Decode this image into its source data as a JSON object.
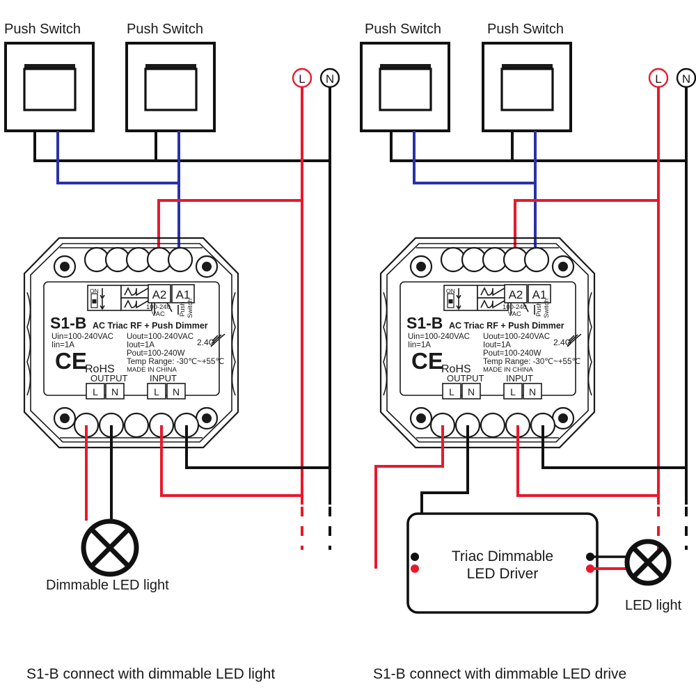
{
  "diagram": {
    "title": "S1-B AC Triac RF + Push Dimmer wiring diagrams",
    "mains": {
      "live_label": "L",
      "neutral_label": "N",
      "live_color": "#e8192c",
      "neutral_color": "#111111",
      "switch_wire_color": "#2b31a8"
    },
    "captions": {
      "left": "S1-B connect with dimmable LED light",
      "right": "S1-B connect with dimmable LED drive"
    }
  },
  "left_panel": {
    "switches": [
      {
        "label": "Push Switch"
      },
      {
        "label": "Push Switch"
      }
    ],
    "load": {
      "label": "Dimmable LED light",
      "symbol": "lamp-cross-icon"
    }
  },
  "right_panel": {
    "switches": [
      {
        "label": "Push Switch"
      },
      {
        "label": "Push Switch"
      }
    ],
    "driver": {
      "line1": "Triac Dimmable",
      "line2": "LED Driver"
    },
    "load": {
      "label": "LED light",
      "symbol": "lamp-cross-icon"
    }
  },
  "device": {
    "model": "S1-B",
    "subtitle": "AC Triac RF + Push Dimmer",
    "dip": {
      "on_label": "ON",
      "wave_top": "leading-edge-wave-icon",
      "wave_bottom": "trailing-edge-wave-icon"
    },
    "terminals_top": {
      "a2": "A2",
      "a1": "A1",
      "a2_note": "100-240",
      "a2_note2": "VAC",
      "a1_note": "Push",
      "a1_note2": "Switch"
    },
    "specs_left": [
      "Uin=100-240VAC",
      "Iin=1A"
    ],
    "specs_right": [
      "Uout=100-240VAC",
      "Iout=1A",
      "Pout=100-240W",
      "Temp Range: -30℃~+55℃",
      "MADE IN CHINA"
    ],
    "rf": {
      "label": "2.4G",
      "icon": "rf-signal-icon"
    },
    "marks": {
      "ce": "CE",
      "rohs": "RoHS"
    },
    "output": {
      "group": "OUTPUT",
      "l": "L",
      "n": "N"
    },
    "input": {
      "group": "INPUT",
      "l": "L",
      "n": "N"
    }
  }
}
